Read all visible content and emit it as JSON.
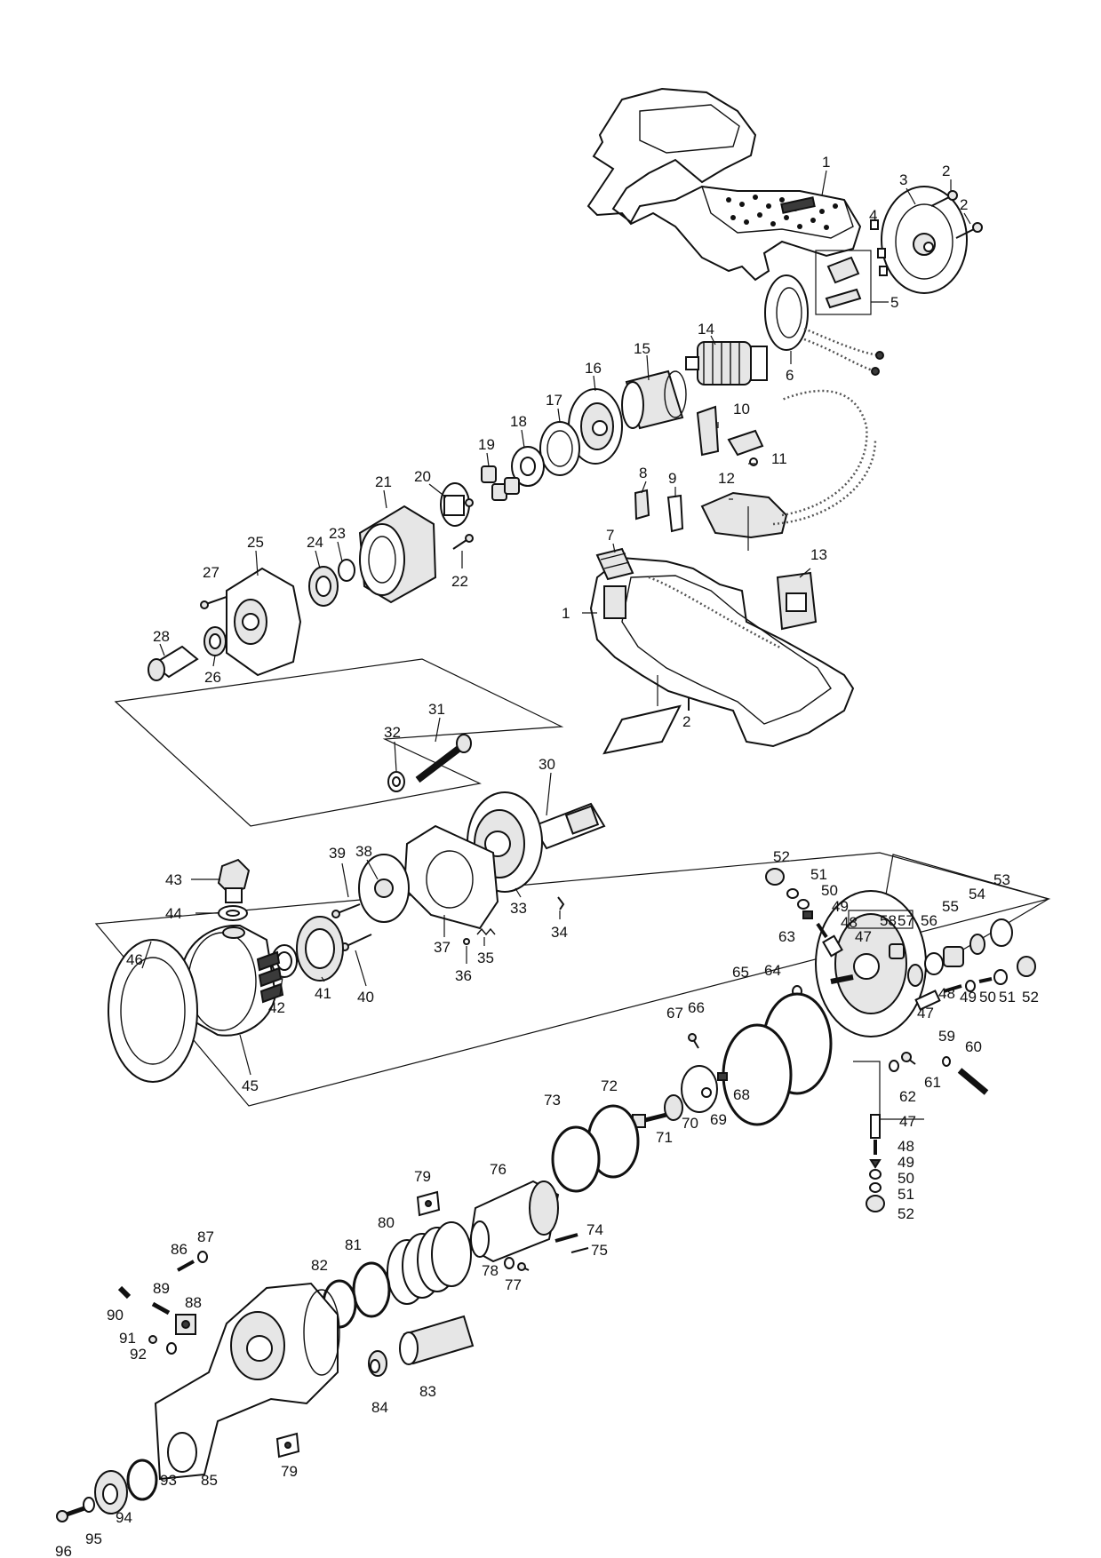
{
  "labels": {
    "l1a": "1",
    "l1b": "1",
    "l2a": "2",
    "l2b": "2",
    "l2c": "2",
    "l3": "3",
    "l4": "4",
    "l5": "5",
    "l6": "6",
    "l7": "7",
    "l8": "8",
    "l9": "9",
    "l10": "10",
    "l11": "11",
    "l12": "12",
    "l13": "13",
    "l14": "14",
    "l15": "15",
    "l16": "16",
    "l17": "17",
    "l18": "18",
    "l19": "19",
    "l20": "20",
    "l21": "21",
    "l22": "22",
    "l23": "23",
    "l24": "24",
    "l25": "25",
    "l26": "26",
    "l27": "27",
    "l28": "28",
    "l30": "30",
    "l31": "31",
    "l32": "32",
    "l33": "33",
    "l34": "34",
    "l35": "35",
    "l36": "36",
    "l37": "37",
    "l38": "38",
    "l39": "39",
    "l40": "40",
    "l41": "41",
    "l42": "42",
    "l43": "43",
    "l44": "44",
    "l45": "45",
    "l46": "46",
    "l47a": "47",
    "l47b": "47",
    "l47c": "47",
    "l48a": "48",
    "l48b": "48",
    "l48c": "48",
    "l49a": "49",
    "l49b": "49",
    "l49c": "49",
    "l50a": "50",
    "l50b": "50",
    "l50c": "50",
    "l51a": "51",
    "l51b": "51",
    "l51c": "51",
    "l52a": "52",
    "l52b": "52",
    "l52c": "52",
    "l53": "53",
    "l54": "54",
    "l55": "55",
    "l56": "56",
    "l57": "57",
    "l58": "58",
    "l59": "59",
    "l60": "60",
    "l61": "61",
    "l62": "62",
    "l63": "63",
    "l64": "64",
    "l65": "65",
    "l66": "66",
    "l67": "67",
    "l68": "68",
    "l69": "69",
    "l70": "70",
    "l71": "71",
    "l72": "72",
    "l73": "73",
    "l74": "74",
    "l75": "75",
    "l76": "76",
    "l77": "77",
    "l78": "78",
    "l79a": "79",
    "l79b": "79",
    "l80": "80",
    "l81": "81",
    "l82": "82",
    "l83": "83",
    "l84": "84",
    "l85": "85",
    "l86": "86",
    "l87": "87",
    "l88": "88",
    "l89": "89",
    "l90": "90",
    "l91": "91",
    "l92": "92",
    "l93": "93",
    "l94": "94",
    "l95": "95",
    "l96": "96"
  }
}
